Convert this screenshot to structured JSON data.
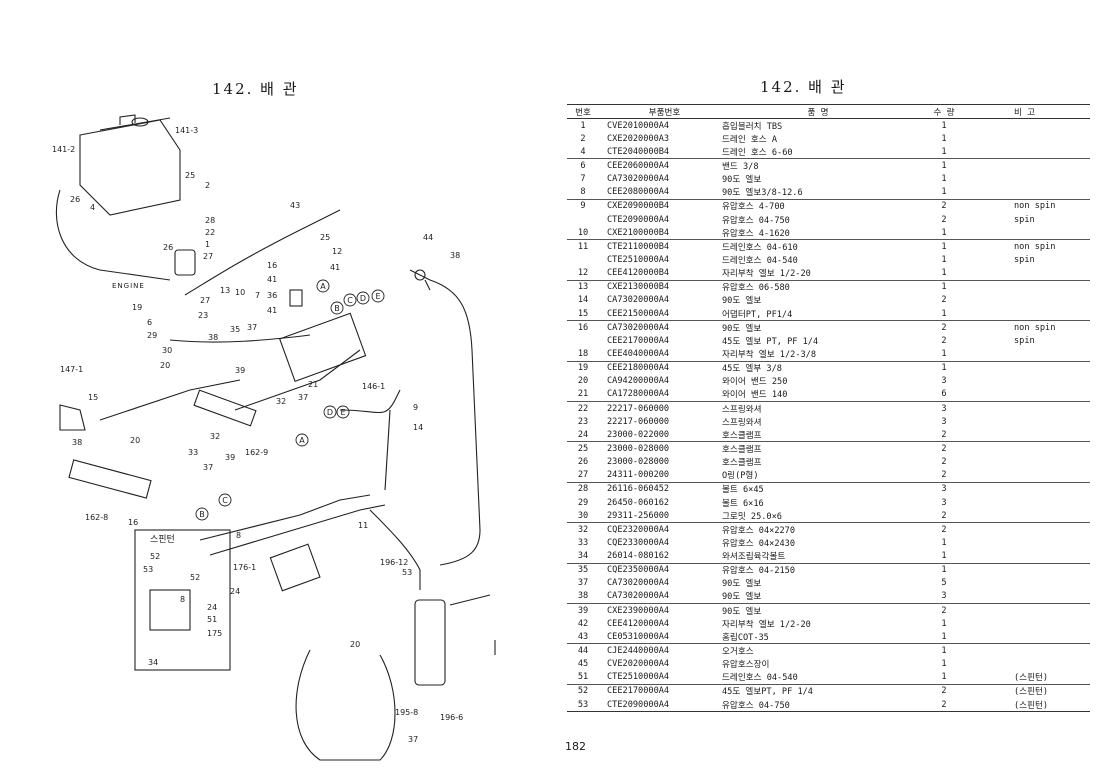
{
  "left": {
    "title": "142. 배 관",
    "labels": {
      "engine": "ENGINE",
      "spinturn": "스핀턴",
      "callouts": [
        "141-3",
        "141-2",
        "26",
        "4",
        "25",
        "2",
        "43",
        "28",
        "22",
        "26",
        "1",
        "27",
        "25",
        "12",
        "41",
        "16",
        "41",
        "36",
        "41",
        "13",
        "10",
        "7",
        "19",
        "27",
        "6",
        "23",
        "29",
        "35",
        "37",
        "30",
        "38",
        "147-1",
        "15",
        "20",
        "38",
        "20",
        "39",
        "21",
        "146-1",
        "32",
        "37",
        "9",
        "14",
        "32",
        "33",
        "37",
        "162-9",
        "39",
        "162-8",
        "16",
        "8",
        "176-1",
        "24",
        "11",
        "196-12",
        "53",
        "52",
        "53",
        "52",
        "8",
        "24",
        "51",
        "175",
        "34",
        "20",
        "195-8",
        "196-6",
        "37",
        "44",
        "38"
      ],
      "circle_letters": [
        "A",
        "B",
        "C",
        "D",
        "E",
        "E",
        "D",
        "A",
        "B",
        "C"
      ]
    }
  },
  "right": {
    "title": "142. 배 관",
    "headers": {
      "no": "번호",
      "code": "부품번호",
      "name": "품   명",
      "qty": "수 량",
      "remark": "비 고"
    },
    "rows": [
      {
        "no": "1",
        "code": "CVE2010000A4",
        "name": "흡입블러치 TBS",
        "qty": "1",
        "remark": "",
        "sep": false
      },
      {
        "no": "2",
        "code": "CXE2020000A3",
        "name": "드레인 호스 A",
        "qty": "1",
        "remark": "",
        "sep": false
      },
      {
        "no": "4",
        "code": "CTE2040000B4",
        "name": "드레인 호스 6-60",
        "qty": "1",
        "remark": "",
        "sep": false
      },
      {
        "no": "6",
        "code": "CEE2060000A4",
        "name": "밴드 3/8",
        "qty": "1",
        "remark": "",
        "sep": true
      },
      {
        "no": "7",
        "code": "CA73020000A4",
        "name": "90도 엘보",
        "qty": "1",
        "remark": "",
        "sep": false
      },
      {
        "no": "8",
        "code": "CEE2080000A4",
        "name": "90도 엘보3/8-12.6",
        "qty": "1",
        "remark": "",
        "sep": false
      },
      {
        "no": "9",
        "code": "CXE2090000B4",
        "name": "유압호스 4-700",
        "qty": "2",
        "remark": "non spin",
        "sep": true
      },
      {
        "no": "",
        "code": "CTE2090000A4",
        "name": "유압호스 04-750",
        "qty": "2",
        "remark": "spin",
        "sep": false
      },
      {
        "no": "10",
        "code": "CXE2100000B4",
        "name": "유압호스 4-1620",
        "qty": "1",
        "remark": "",
        "sep": false
      },
      {
        "no": "11",
        "code": "CTE2110000B4",
        "name": "드레인호스 04-610",
        "qty": "1",
        "remark": "non spin",
        "sep": true
      },
      {
        "no": "",
        "code": "CTE2510000A4",
        "name": "드레인호스 04-540",
        "qty": "1",
        "remark": "spin",
        "sep": false
      },
      {
        "no": "12",
        "code": "CEE4120000B4",
        "name": "자리부착 엘보 1/2-20",
        "qty": "1",
        "remark": "",
        "sep": false
      },
      {
        "no": "13",
        "code": "CXE2130000B4",
        "name": "유압호스 06-580",
        "qty": "1",
        "remark": "",
        "sep": true
      },
      {
        "no": "14",
        "code": "CA73020000A4",
        "name": "90도 엘보",
        "qty": "2",
        "remark": "",
        "sep": false
      },
      {
        "no": "15",
        "code": "CEE2150000A4",
        "name": "어댑터PT, PF1/4",
        "qty": "1",
        "remark": "",
        "sep": false
      },
      {
        "no": "16",
        "code": "CA73020000A4",
        "name": "90도 엘보",
        "qty": "2",
        "remark": "non spin",
        "sep": true
      },
      {
        "no": "",
        "code": "CEE2170000A4",
        "name": "45도 엘보 PT, PF 1/4",
        "qty": "2",
        "remark": "spin",
        "sep": false
      },
      {
        "no": "18",
        "code": "CEE4040000A4",
        "name": "자리부착 엘보 1/2-3/8",
        "qty": "1",
        "remark": "",
        "sep": false
      },
      {
        "no": "19",
        "code": "CEE2180000A4",
        "name": "45도 엘부 3/8",
        "qty": "1",
        "remark": "",
        "sep": true
      },
      {
        "no": "20",
        "code": "CA94200000A4",
        "name": "와이어 밴드 250",
        "qty": "3",
        "remark": "",
        "sep": false
      },
      {
        "no": "21",
        "code": "CA17280000A4",
        "name": "와이어 밴드 140",
        "qty": "6",
        "remark": "",
        "sep": false
      },
      {
        "no": "22",
        "code": "22217-060000",
        "name": "스프링와셔",
        "qty": "3",
        "remark": "",
        "sep": true
      },
      {
        "no": "23",
        "code": "22217-060000",
        "name": "스프링와셔",
        "qty": "3",
        "remark": "",
        "sep": false
      },
      {
        "no": "24",
        "code": "23000-022000",
        "name": "호스클램프",
        "qty": "2",
        "remark": "",
        "sep": false
      },
      {
        "no": "25",
        "code": "23000-028000",
        "name": "호스클램프",
        "qty": "2",
        "remark": "",
        "sep": true
      },
      {
        "no": "26",
        "code": "23000-028000",
        "name": "호스클램프",
        "qty": "2",
        "remark": "",
        "sep": false
      },
      {
        "no": "27",
        "code": "24311-000200",
        "name": "O링(P형)",
        "qty": "2",
        "remark": "",
        "sep": false
      },
      {
        "no": "28",
        "code": "26116-060452",
        "name": "볼트 6×45",
        "qty": "3",
        "remark": "",
        "sep": true
      },
      {
        "no": "29",
        "code": "26450-060162",
        "name": "볼트 6×16",
        "qty": "3",
        "remark": "",
        "sep": false
      },
      {
        "no": "30",
        "code": "29311-256000",
        "name": "그로밋 25.0×6",
        "qty": "2",
        "remark": "",
        "sep": false
      },
      {
        "no": "32",
        "code": "CQE2320000A4",
        "name": "유압호스 04×2270",
        "qty": "2",
        "remark": "",
        "sep": true
      },
      {
        "no": "33",
        "code": "CQE2330000A4",
        "name": "유압호스 04×2430",
        "qty": "1",
        "remark": "",
        "sep": false
      },
      {
        "no": "34",
        "code": "26014-080162",
        "name": "와셔조립육각볼트",
        "qty": "1",
        "remark": "",
        "sep": false
      },
      {
        "no": "35",
        "code": "CQE2350000A4",
        "name": "유압호스 04-2150",
        "qty": "1",
        "remark": "",
        "sep": true
      },
      {
        "no": "37",
        "code": "CA73020000A4",
        "name": "90도 엘보",
        "qty": "5",
        "remark": "",
        "sep": false
      },
      {
        "no": "38",
        "code": "CA73020000A4",
        "name": "90도 엘보",
        "qty": "3",
        "remark": "",
        "sep": false
      },
      {
        "no": "39",
        "code": "CXE2390000A4",
        "name": "90도 엘보",
        "qty": "2",
        "remark": "",
        "sep": true
      },
      {
        "no": "42",
        "code": "CEE4120000A4",
        "name": "자리부착 엘보 1/2-20",
        "qty": "1",
        "remark": "",
        "sep": false
      },
      {
        "no": "43",
        "code": "CE05310000A4",
        "name": "홈립COT-35",
        "qty": "1",
        "remark": "",
        "sep": false
      },
      {
        "no": "44",
        "code": "CJE2440000A4",
        "name": "오거호스",
        "qty": "1",
        "remark": "",
        "sep": true
      },
      {
        "no": "45",
        "code": "CVE2020000A4",
        "name": "유압호스장이",
        "qty": "1",
        "remark": "",
        "sep": false
      },
      {
        "no": "51",
        "code": "CTE2510000A4",
        "name": "드레인호스 04-540",
        "qty": "1",
        "remark": "(스핀턴)",
        "sep": false
      },
      {
        "no": "52",
        "code": "CEE2170000A4",
        "name": "45도 엘보PT, PF 1/4",
        "qty": "2",
        "remark": "(스핀턴)",
        "sep": true
      },
      {
        "no": "53",
        "code": "CTE2090000A4",
        "name": "유압호스 04-750",
        "qty": "2",
        "remark": "(스핀턴)",
        "sep": false
      }
    ],
    "page_number": "182"
  }
}
